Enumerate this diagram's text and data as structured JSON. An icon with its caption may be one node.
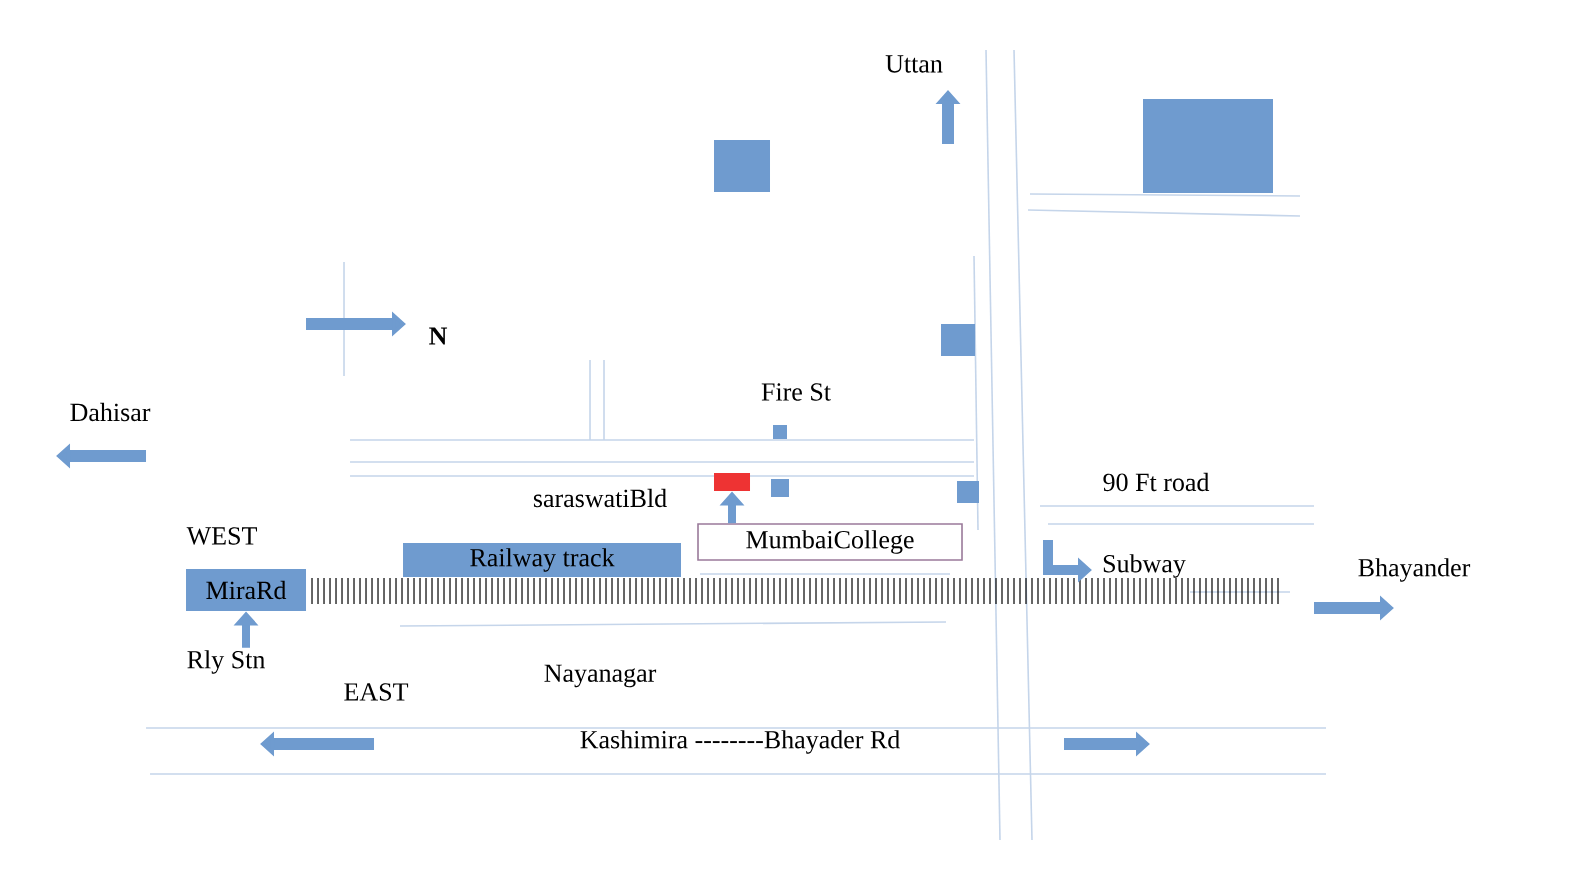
{
  "diagram": {
    "nodes": [
      {
        "text": [],
        "shape": "box"
      },
      {
        "text": [],
        "shape": "box"
      },
      {
        "text": [],
        "shape": "box"
      },
      {
        "text": [],
        "shape": "box"
      },
      {
        "text": [],
        "shape": "box"
      },
      {
        "text": [],
        "shape": "box"
      },
      {
        "text": [],
        "shape": "box"
      },
      {
        "text": [
          "Railway track"
        ]
      },
      {
        "text": [
          "MiraRd"
        ]
      },
      {
        "text": [
          "MumbaiCollege"
        ]
      },
      {
        "text": [
          "Rly Stn"
        ]
      }
    ],
    "edges": [
      {
        "from": 10,
        "to": 8,
        "arrow": "to"
      },
      {
        "from": 9,
        "to": 4,
        "arrow": "to"
      }
    ],
    "labels": [
      "Uttan",
      "N",
      "Fire St",
      "Dahisar",
      "saraswatiBld",
      "90 Ft road",
      "WEST",
      "Subway",
      "Bhayander",
      "Nayanagar",
      "EAST",
      "Kashimira --------Bhayader Rd"
    ]
  }
}
